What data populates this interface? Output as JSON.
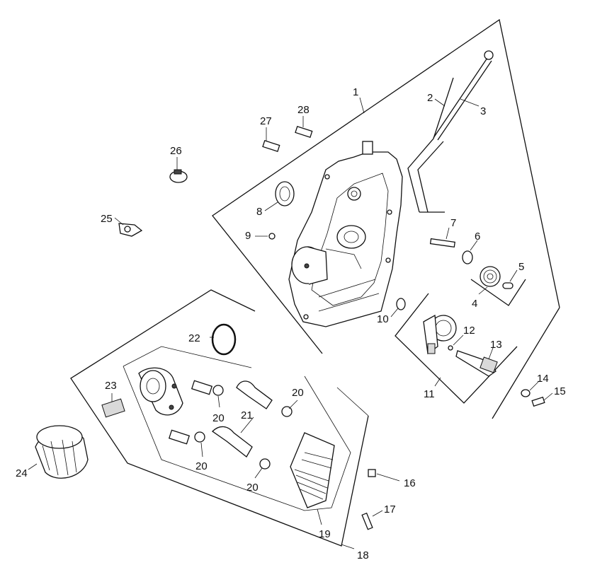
{
  "labels": {
    "l1": "1",
    "l2": "2",
    "l3": "3",
    "l4": "4",
    "l5": "5",
    "l6": "6",
    "l7": "7",
    "l8": "8",
    "l9": "9",
    "l10": "10",
    "l11": "11",
    "l12": "12",
    "l13": "13",
    "l14": "14",
    "l15": "15",
    "l16": "16",
    "l17": "17",
    "l18": "18",
    "l19": "19",
    "l20a": "20",
    "l20b": "20",
    "l20c": "20",
    "l20d": "20",
    "l21": "21",
    "l22": "22",
    "l23": "23",
    "l24": "24",
    "l25": "25",
    "l26": "26",
    "l27": "27",
    "l28": "28"
  }
}
